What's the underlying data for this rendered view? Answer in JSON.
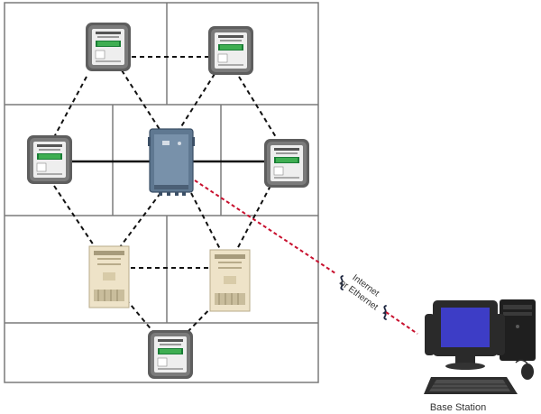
{
  "network": {
    "link_label_line1": "Internet",
    "link_label_line2": "or Ethernet",
    "base_station_label": "Base Station"
  },
  "colors": {
    "wireless_link": "#111111",
    "internet_link": "#c8102e",
    "grid_lines": "#7a7a7a"
  },
  "icons": {
    "meter": "digital-meter-icon",
    "data_concentrator": "data-concentrator-icon",
    "panel_meter": "panel-meter-icon",
    "base_station": "desktop-computer-icon"
  }
}
